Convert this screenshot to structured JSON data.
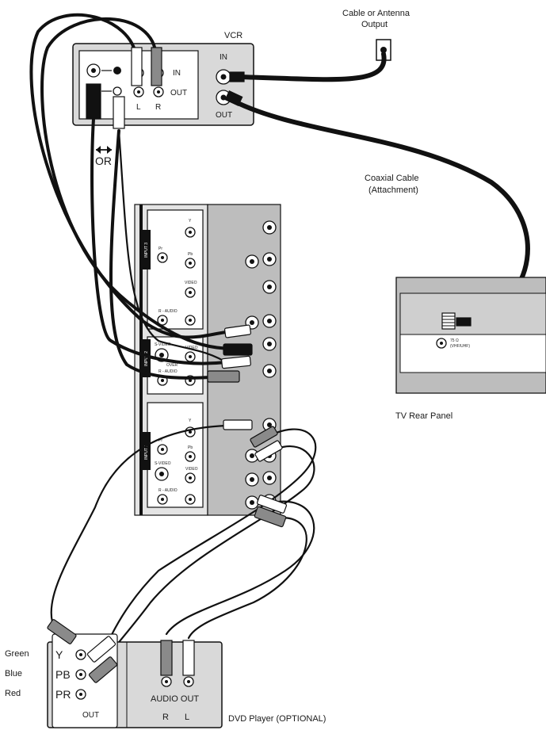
{
  "labels": {
    "vcr": "VCR",
    "cable_output_line1": "Cable or Antenna",
    "cable_output_line2": "Output",
    "vcr_in_audio": "IN",
    "vcr_out_audio": "OUT",
    "vcr_l": "L",
    "vcr_r": "R",
    "vcr_ant_in": "IN",
    "vcr_ant_out": "OUT",
    "or": "OR",
    "coax_line1": "Coaxial Cable",
    "coax_line2": "(Attachment)",
    "tv_rear_panel": "TV Rear Panel",
    "ohm_line1": "75 Ω",
    "ohm_line2": "(VHF/UHF)",
    "green": "Green",
    "blue": "Blue",
    "red": "Red",
    "dvd_y": "Y",
    "dvd_pb": "PB",
    "dvd_pr": "PR",
    "dvd_out": "OUT",
    "audio_out": "AUDIO OUT",
    "dvd_r": "R",
    "dvd_l": "L",
    "dvd_player": "DVD Player (OPTIONAL)"
  },
  "panel_text": {
    "y": "Y",
    "pr": "Pr",
    "pb": "Pb",
    "video": "VIDEO",
    "audio": "R  -  AUDIO",
    "input3": "INPUT 3",
    "input2": "INPUT 2",
    "input1": "INPUT 1",
    "svideo": "S-VIDEO",
    "over": "OVER",
    "l": "L"
  },
  "colors": {
    "cable": "#111111",
    "panel": "#d9d9d9",
    "jack_gray": "#8a8a8a"
  }
}
